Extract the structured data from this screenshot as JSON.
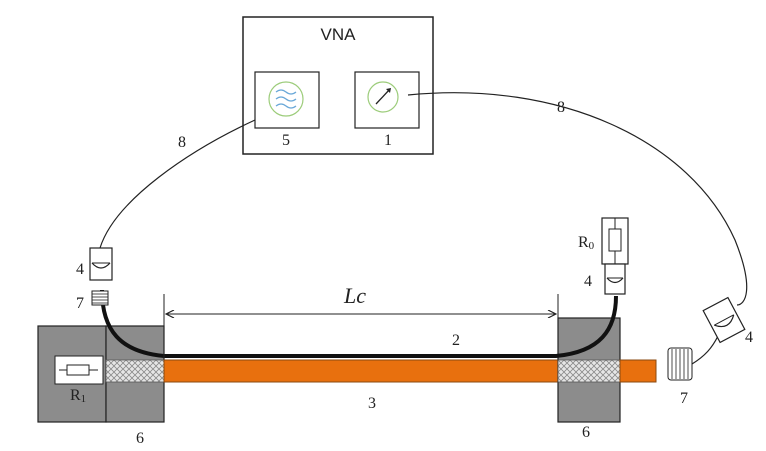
{
  "instrument": {
    "title": "VNA",
    "port_left": "5",
    "port_right": "1"
  },
  "cables": {
    "left": "8",
    "right": "8"
  },
  "sensor_cable": "2",
  "rod": {
    "label": "3"
  },
  "length": {
    "symbol": "Lc"
  },
  "connectors": {
    "left_top": "4",
    "right_top": "4",
    "far_right": "4"
  },
  "chokes": {
    "left": "7",
    "right": "7"
  },
  "terminations": {
    "left_prefix": "R",
    "left_sub": "1",
    "right_prefix": "R",
    "right_sub": "0"
  },
  "blocks": {
    "left": "6",
    "right": "6"
  },
  "colors": {
    "rod": "#e8700e",
    "block": "#8c8c8c",
    "cable": "#111111",
    "pattern": "#cfcfcf"
  }
}
